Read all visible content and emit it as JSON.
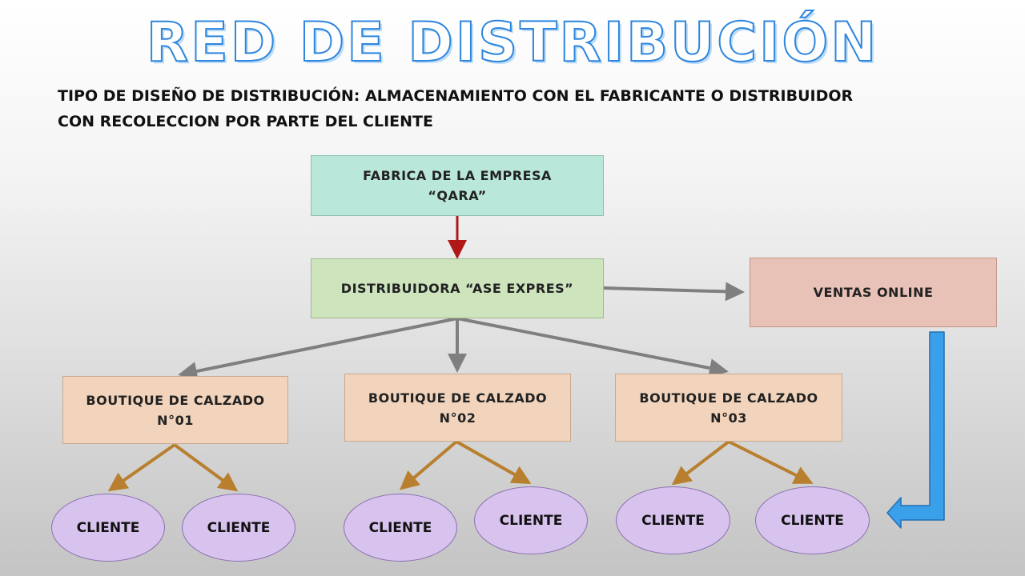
{
  "title": "RED DE DISTRIBUCIÓN",
  "subtitle": {
    "line1": "TIPO DE DISEÑO DE DISTRIBUCIÓN: ALMACENAMIENTO CON EL FABRICANTE O DISTRIBUIDOR",
    "line2": "CON RECOLECCION POR PARTE DEL CLIENTE"
  },
  "nodes": {
    "factory": {
      "line1": "FABRICA DE LA EMPRESA",
      "line2": "“QARA”"
    },
    "distributor": {
      "label": "DISTRIBUIDORA “ASE EXPRES”"
    },
    "online_sales": {
      "label": "VENTAS ONLINE"
    },
    "boutiques": [
      {
        "line1": "BOUTIQUE DE CALZADO",
        "line2": "N°01"
      },
      {
        "line1": "BOUTIQUE DE CALZADO",
        "line2": "N°02"
      },
      {
        "line1": "BOUTIQUE DE CALZADO",
        "line2": "N°03"
      }
    ],
    "clients": [
      "CLIENTE",
      "CLIENTE",
      "CLIENTE",
      "CLIENTE",
      "CLIENTE",
      "CLIENTE"
    ]
  },
  "colors": {
    "title_outline": "#2e86de",
    "factory_fill": "#b9e7d9",
    "distributor_fill": "#cde4bd",
    "online_fill": "#e8c1b7",
    "boutique_fill": "#f2d4bc",
    "client_fill": "#d8c2ee",
    "arrow_red": "#b01818",
    "arrow_gray": "#7f7f7f",
    "arrow_brown": "#b87f2e",
    "arrow_blue": "#3aa0ea"
  }
}
